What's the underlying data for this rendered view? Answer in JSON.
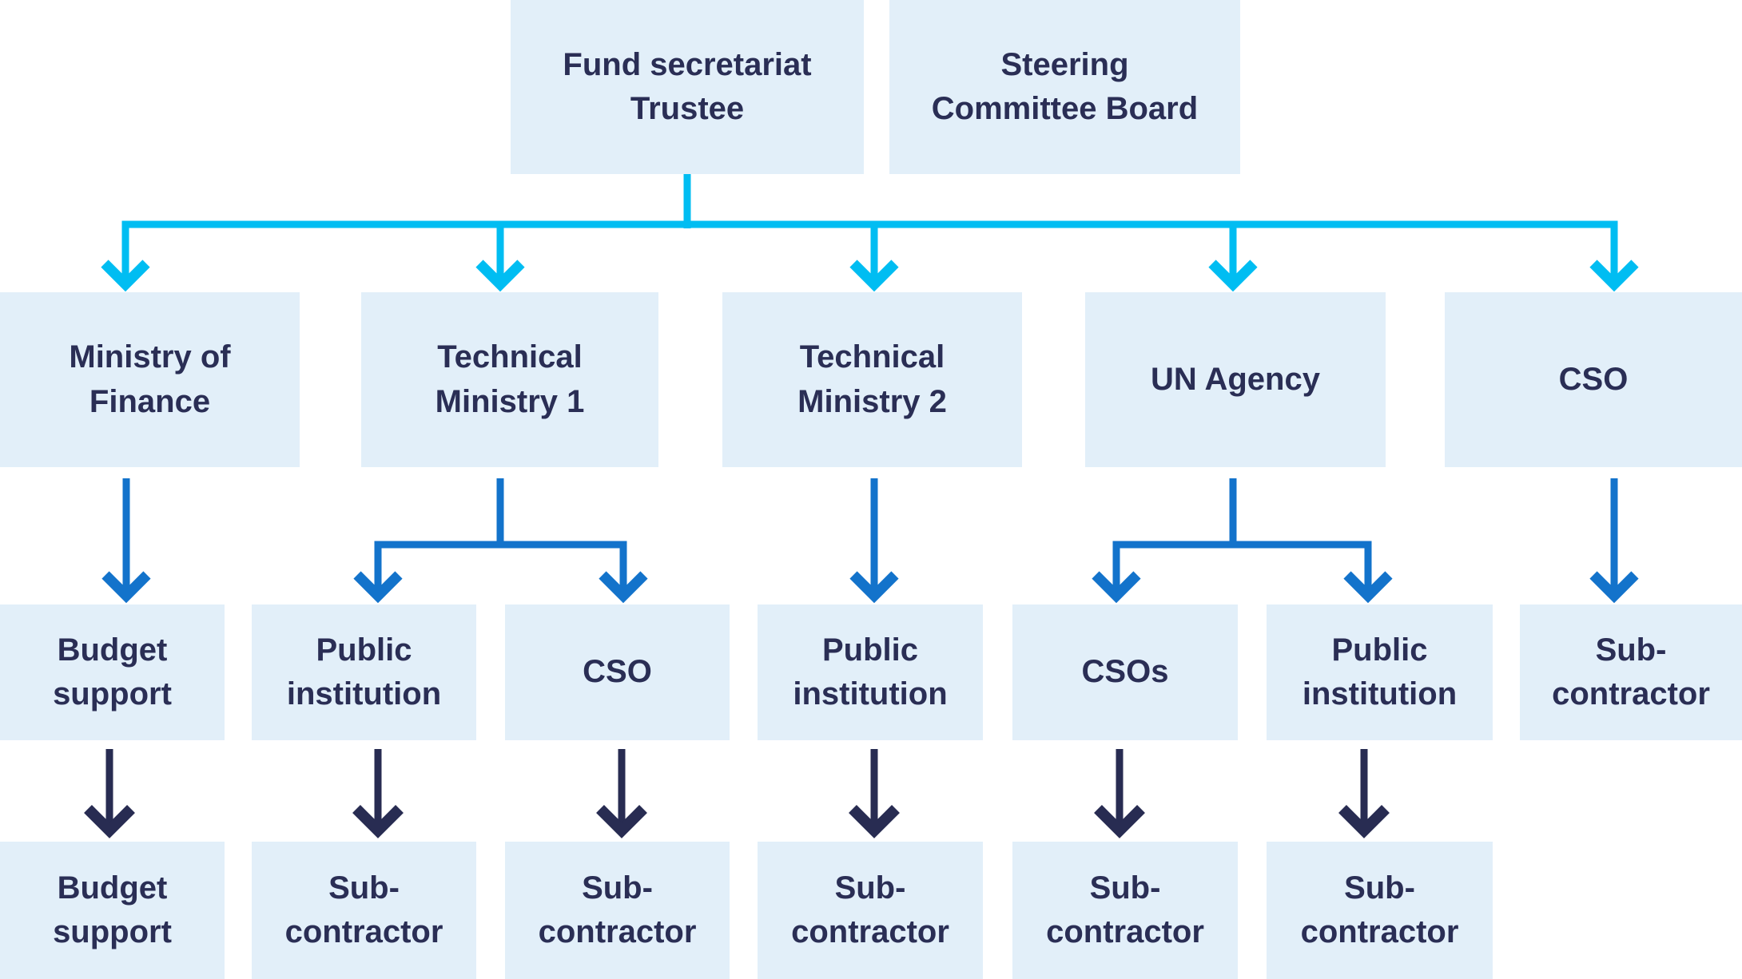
{
  "diagram": {
    "type": "organizational-flowchart",
    "colors": {
      "background": "#FFFFFF",
      "box_fill": "#E2EFF9",
      "text": "#2A2E55",
      "arrow_cyan": "#00BDF2",
      "arrow_blue": "#1373CB",
      "arrow_navy": "#282C52"
    },
    "nodes": {
      "level1": [
        {
          "label": "Fund secretariat\nTrustee"
        },
        {
          "label": "Steering\nCommittee Board"
        }
      ],
      "level2": [
        {
          "label": "Ministry of\nFinance"
        },
        {
          "label": "Technical\nMinistry 1"
        },
        {
          "label": "Technical\nMinistry 2"
        },
        {
          "label": "UN Agency"
        },
        {
          "label": "CSO"
        }
      ],
      "level3": [
        {
          "label": "Budget\nsupport"
        },
        {
          "label": "Public\ninstitution"
        },
        {
          "label": "CSO"
        },
        {
          "label": "Public\ninstitution"
        },
        {
          "label": "CSOs"
        },
        {
          "label": "Public\ninstitution"
        },
        {
          "label": "Sub-\ncontractor"
        }
      ],
      "level4": [
        {
          "label": "Budget\nsupport"
        },
        {
          "label": "Sub-\ncontractor"
        },
        {
          "label": "Sub-\ncontractor"
        },
        {
          "label": "Sub-\ncontractor"
        },
        {
          "label": "Sub-\ncontractor"
        },
        {
          "label": "Sub-\ncontractor"
        }
      ]
    },
    "edges": [
      {
        "from": "Fund secretariat Trustee",
        "to": [
          "Ministry of Finance",
          "Technical Ministry 1",
          "Technical Ministry 2",
          "UN Agency",
          "CSO"
        ],
        "color": "arrow_cyan"
      },
      {
        "from": "Ministry of Finance",
        "to": [
          "Budget support"
        ],
        "color": "arrow_blue"
      },
      {
        "from": "Technical Ministry 1",
        "to": [
          "Public institution",
          "CSO"
        ],
        "color": "arrow_blue"
      },
      {
        "from": "Technical Ministry 2",
        "to": [
          "Public institution"
        ],
        "color": "arrow_blue"
      },
      {
        "from": "UN Agency",
        "to": [
          "CSOs",
          "Public institution"
        ],
        "color": "arrow_blue"
      },
      {
        "from": "CSO",
        "to": [
          "Sub-contractor"
        ],
        "color": "arrow_blue"
      },
      {
        "from": "Budget support",
        "to": [
          "Budget support"
        ],
        "color": "arrow_navy"
      },
      {
        "from": "Public institution (Technical Ministry 1)",
        "to": [
          "Sub-contractor"
        ],
        "color": "arrow_navy"
      },
      {
        "from": "CSO (Technical Ministry 1)",
        "to": [
          "Sub-contractor"
        ],
        "color": "arrow_navy"
      },
      {
        "from": "Public institution (Technical Ministry 2)",
        "to": [
          "Sub-contractor"
        ],
        "color": "arrow_navy"
      },
      {
        "from": "CSOs (UN Agency)",
        "to": [
          "Sub-contractor"
        ],
        "color": "arrow_navy"
      },
      {
        "from": "Public institution (UN Agency)",
        "to": [
          "Sub-contractor"
        ],
        "color": "arrow_navy"
      }
    ]
  }
}
